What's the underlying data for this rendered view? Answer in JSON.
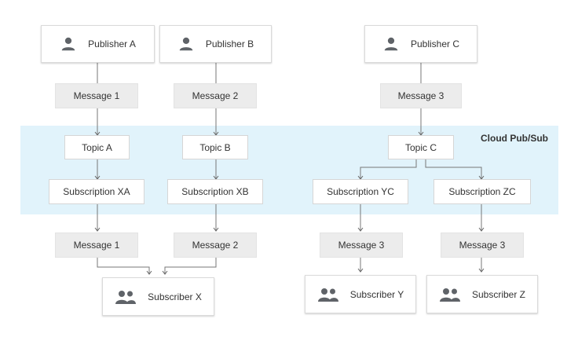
{
  "band_label": "Cloud Pub/Sub",
  "publishers": {
    "a": {
      "label": "Publisher A",
      "icon": "person-icon"
    },
    "b": {
      "label": "Publisher B",
      "icon": "person-icon"
    },
    "c": {
      "label": "Publisher C",
      "icon": "person-icon"
    }
  },
  "messages_in": {
    "m1": "Message 1",
    "m2": "Message 2",
    "m3": "Message 3"
  },
  "topics": {
    "a": "Topic A",
    "b": "Topic B",
    "c": "Topic C"
  },
  "subscriptions": {
    "xa": "Subscription XA",
    "xb": "Subscription XB",
    "yc": "Subscription YC",
    "zc": "Subscription ZC"
  },
  "messages_out": {
    "m1": "Message 1",
    "m2": "Message 2",
    "m3y": "Message 3",
    "m3z": "Message 3"
  },
  "subscribers": {
    "x": {
      "label": "Subscriber X",
      "icon": "group-icon"
    },
    "y": {
      "label": "Subscriber Y",
      "icon": "group-icon"
    },
    "z": {
      "label": "Subscriber Z",
      "icon": "group-icon"
    }
  },
  "colors": {
    "band": "#e1f3fb",
    "message_fill": "#ececec",
    "connector": "#666666",
    "icon": "#5f6368"
  }
}
